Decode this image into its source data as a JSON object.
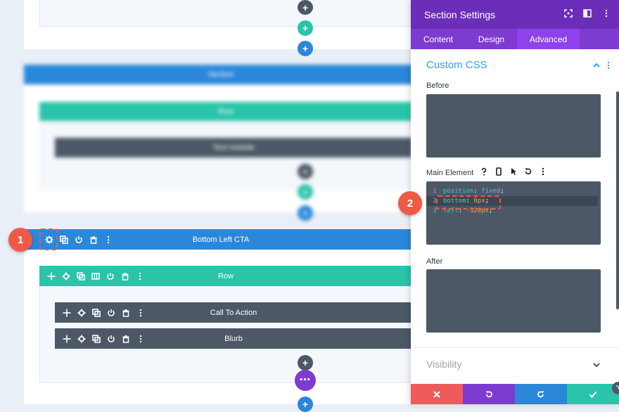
{
  "builder": {
    "section_label": "Bottom Left CTA",
    "row_label": "Row",
    "modules": [
      {
        "label": "Call To Action"
      },
      {
        "label": "Blurb"
      }
    ],
    "blurred_section_label": "Section",
    "blurred_row_label": "Row",
    "blurred_module_label": "Text module"
  },
  "callouts": [
    "1",
    "2"
  ],
  "panel": {
    "title": "Section Settings",
    "tabs": [
      {
        "label": "Content",
        "active": false
      },
      {
        "label": "Design",
        "active": false
      },
      {
        "label": "Advanced",
        "active": true
      }
    ],
    "group_title": "Custom CSS",
    "before_label": "Before",
    "main_label": "Main Element",
    "after_label": "After",
    "visibility_label": "Visibility",
    "code_lines": [
      {
        "num": "1",
        "prop": "position",
        "value": "fixed"
      },
      {
        "num": "2",
        "prop": "bottom",
        "value": "0px"
      },
      {
        "num": "3",
        "prop": "left",
        "value": "-320px"
      }
    ]
  },
  "colors": {
    "purple": "#6c2eb9",
    "blue": "#2b87da",
    "green": "#29c4a9",
    "dark": "#4c5866",
    "red": "#ef5a47"
  }
}
